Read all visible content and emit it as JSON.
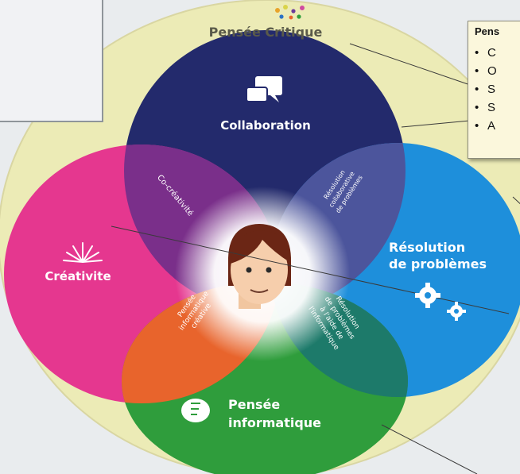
{
  "labels": {
    "critical": "Pensée Critique",
    "collaboration": "Collaboration",
    "creativity": "Créativite",
    "problem_solving_1": "Résolution",
    "problem_solving_2": "de problèmes",
    "computational_1": "Pensée",
    "computational_2": "informatique"
  },
  "overlaps": {
    "co_creativity": "Co-créativité",
    "collab_problem": [
      "Résolution",
      "collaborative",
      "de problèmes"
    ],
    "creative_computing": [
      "Pensée",
      "informatique",
      "créative"
    ],
    "computer_problem": [
      "Résolution",
      "de problèmes",
      "à l'aide de",
      "l'informatique"
    ]
  },
  "callout": {
    "title": "Pens",
    "items": [
      "C",
      "O",
      "S",
      "S",
      "A"
    ]
  },
  "colors": {
    "outer": "#ecebb6",
    "collaboration": "#232a6c",
    "creativity": "#e5378f",
    "problem_solving": "#1e8fdb",
    "computational": "#2f9d3c",
    "co_creativity": "#7a2f8a",
    "collab_problem": "#4c559c",
    "creative_computing": "#e8642c",
    "computer_problem": "#1d7a6a"
  }
}
